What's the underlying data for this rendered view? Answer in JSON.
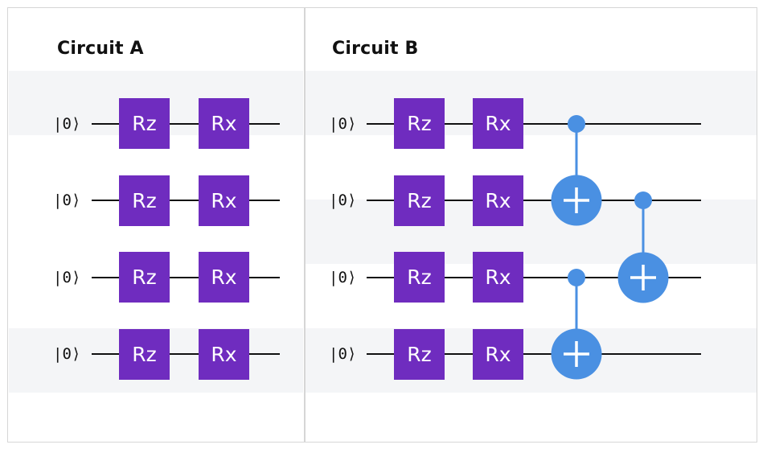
{
  "panels": [
    {
      "title": "Circuit A",
      "qubits": [
        "|0⟩",
        "|0⟩",
        "|0⟩",
        "|0⟩"
      ],
      "gates": [
        "Rz",
        "Rx"
      ]
    },
    {
      "title": "Circuit B",
      "qubits": [
        "|0⟩",
        "|0⟩",
        "|0⟩",
        "|0⟩"
      ],
      "gates": [
        "Rz",
        "Rx"
      ],
      "cnots": [
        {
          "control": 0,
          "target": 1
        },
        {
          "control": 2,
          "target": 3
        },
        {
          "control": 1,
          "target": 2
        }
      ]
    }
  ],
  "colors": {
    "gate": "#6f2cbf",
    "cnot": "#4a90e2",
    "wire": "#111111",
    "band": "#f4f5f7"
  }
}
